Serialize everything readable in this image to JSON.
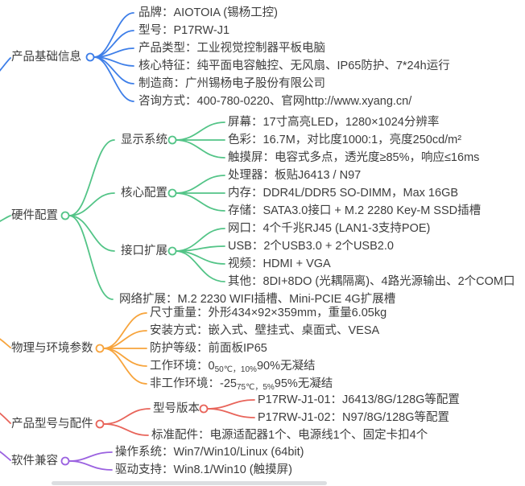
{
  "palette": {
    "blue": "#3D7EE8",
    "green": "#53C487",
    "orange": "#F7A43C",
    "red": "#E8645A",
    "purple": "#9B62E0",
    "text": "#3d3d3d",
    "scrollbar": "#dcdee1"
  },
  "branches": [
    {
      "label": "产品基础信息",
      "color": "#3D7EE8",
      "children": [
        {
          "text": "品牌：AIOTOIA (锡杨工控)"
        },
        {
          "text": "型号：P17RW-J1"
        },
        {
          "text": "产品类型：工业视觉控制器平板电脑"
        },
        {
          "text": "核心特征：纯平面电容触控、无风扇、IP65防护、7*24h运行"
        },
        {
          "text": "制造商：广州锡杨电子股份有限公司"
        },
        {
          "text": "咨询方式：400-780-0220、官网http://www.xyang.cn/"
        }
      ]
    },
    {
      "label": "硬件配置",
      "color": "#53C487",
      "groups": [
        {
          "label": "显示系统",
          "children": [
            "屏幕：17寸高亮LED，1280×1024分辨率",
            "色彩：16.7M，对比度1000:1，亮度250cd/m²",
            "触摸屏：电容式多点，透光度≥85%，响应≤16ms"
          ]
        },
        {
          "label": "核心配置",
          "children": [
            "处理器：板贴J6413 / N97",
            "内存：DDR4L/DDR5 SO-DIMM，Max 16GB",
            "存储：SATA3.0接口 + M.2 2280 Key-M SSD插槽"
          ]
        },
        {
          "label": "接口扩展",
          "children": [
            "网口：4个千兆RJ45 (LAN1-3支持POE)",
            "USB：2个USB3.0 + 2个USB2.0",
            "视频：HDMI + VGA",
            "其他：8DI+8DO (光耦隔离)、4路光源输出、2个COM口"
          ]
        }
      ],
      "leaf": "网络扩展：M.2 2230 WIFI插槽、Mini-PCIE 4G扩展槽"
    },
    {
      "label": "物理与环境参数",
      "color": "#F7A43C",
      "children": [
        {
          "text": "尺寸重量：外形434×92×359mm，重量6.05kg"
        },
        {
          "text": "安装方式：嵌入式、壁挂式、桌面式、VESA"
        },
        {
          "text": "防护等级：前面板IP65"
        },
        {
          "prefix": "工作环境：0",
          "sub": "50℃，10%",
          "suffix": "90%无凝结"
        },
        {
          "prefix": "非工作环境：-25",
          "sub": "75℃，5%",
          "suffix": "95%无凝结"
        }
      ]
    },
    {
      "label": "产品型号与配件",
      "color": "#E8645A",
      "groups": [
        {
          "label": "型号版本",
          "children": [
            "P17RW-J1-01：J6413/8G/128G等配置",
            "P17RW-J1-02：N97/8G/128G等配置"
          ]
        }
      ],
      "leaf": "标准配件：电源适配器1个、电源线1个、固定卡扣4个"
    },
    {
      "label": "软件兼容",
      "color": "#9B62E0",
      "children": [
        {
          "text": "操作系统：Win7/Win10/Linux (64bit)"
        },
        {
          "text": "驱动支持：Win8.1/Win10 (触摸屏)"
        }
      ]
    }
  ]
}
